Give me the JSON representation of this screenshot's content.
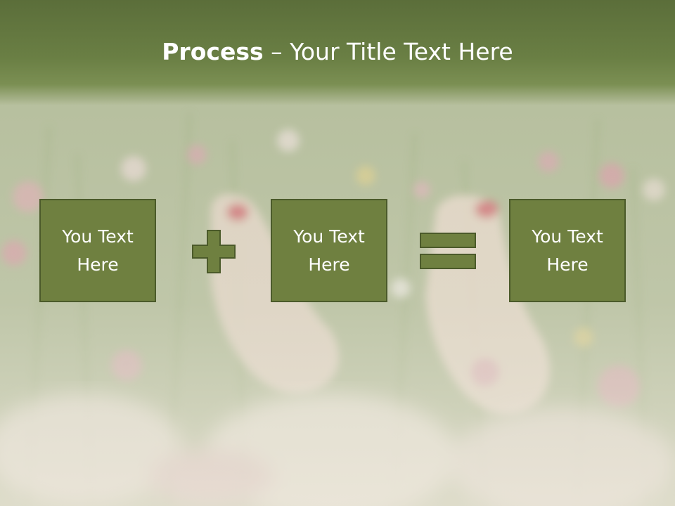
{
  "slide": {
    "title_bold": "Process",
    "title_rest": " – Your Title Text Here",
    "boxes": [
      {
        "text": "You Text\nHere"
      },
      {
        "text": "You Text\nHere"
      },
      {
        "text": "You Text\nHere"
      }
    ],
    "operators": [
      "plus",
      "equals"
    ],
    "colors": {
      "header": "#6a7f44",
      "box_fill": "#6f8040",
      "box_border": "#4b5a2a",
      "text": "#ffffff"
    }
  }
}
